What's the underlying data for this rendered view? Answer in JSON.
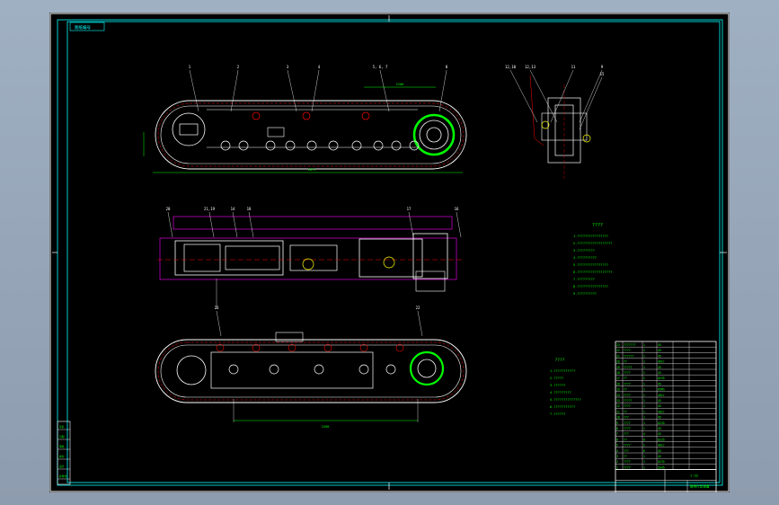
{
  "app": {
    "title_block_tag": "图纸编号 ",
    "colors": {
      "canvas": "#000000",
      "border": "#ffffff",
      "frame": "#00ffff",
      "outline": "#ffffff",
      "accent_red": "#ff0000",
      "green": "#00ff00",
      "magenta": "#ff00ff",
      "yellow": "#ffff00"
    }
  },
  "drawing": {
    "balloons_top": [
      "1",
      "2",
      "3",
      "4",
      "5, 6, 7",
      "8"
    ],
    "balloons_side": [
      "12,10",
      "12,13",
      "11",
      "9",
      "15"
    ],
    "balloons_mid": [
      "20",
      "21,19",
      "18",
      "17",
      "16",
      "22",
      "14",
      "23"
    ],
    "dims": {
      "top_length": "2871",
      "top_span": "2200",
      "bottom_length": "2490"
    },
    "tech_req_title": "????",
    "tech_req_lines": [
      "1.????????????????",
      "2.??????????????????",
      "3.?????????",
      "4.??????????",
      "5.????????????????",
      "6.??????????????????",
      "7.?????????",
      "8.????????????????",
      "9.??????????"
    ],
    "notes_title": "????",
    "notes_lines": [
      "1.???????????",
      "2.?????",
      "3.??????",
      "4.?????????",
      "5.??????????????",
      "6.???????????",
      "7.??????"
    ],
    "bom_rows": [
      [
        "23",
        "???????",
        "1",
        "45",
        "",
        ""
      ],
      [
        "22",
        "????",
        "2",
        "45",
        "",
        ""
      ],
      [
        "21",
        "??????",
        "1",
        "45",
        "",
        ""
      ],
      [
        "20",
        "??",
        "1",
        "40Cr",
        "",
        ""
      ],
      [
        "19",
        "?????",
        "1",
        "45",
        "",
        ""
      ],
      [
        "18",
        "????",
        "1",
        "45",
        "",
        ""
      ],
      [
        "17",
        "??",
        "2",
        "Q235",
        "",
        ""
      ],
      [
        "16",
        "????",
        "1",
        "45",
        "",
        ""
      ],
      [
        "15",
        "??",
        "1",
        "65Mn",
        "",
        ""
      ],
      [
        "14",
        "????",
        "1",
        "40Cr",
        "",
        ""
      ],
      [
        "13",
        "?????",
        "1",
        "45",
        "",
        ""
      ],
      [
        "12",
        "????",
        "1",
        "45",
        "",
        ""
      ],
      [
        "11",
        "??",
        "1",
        "40Cr",
        "",
        ""
      ],
      [
        "10",
        "???",
        "1",
        "45",
        "",
        ""
      ],
      [
        "9",
        "????",
        "1",
        "Q235",
        "",
        ""
      ],
      [
        "8",
        "????",
        "1",
        "45",
        "",
        ""
      ],
      [
        "7",
        "???",
        "4",
        "45",
        "",
        ""
      ],
      [
        "6",
        "??",
        "8",
        "Q235",
        "",
        ""
      ],
      [
        "5",
        "????",
        "2",
        "40Cr",
        "",
        ""
      ],
      [
        "4",
        "???",
        "6",
        "45",
        "",
        ""
      ],
      [
        "3",
        "??",
        "1",
        "45",
        "",
        ""
      ],
      [
        "2",
        "????",
        "1",
        "Q235",
        "",
        ""
      ],
      [
        "1",
        "????",
        "1",
        "ZG45",
        "",
        ""
      ]
    ],
    "title_block": {
      "scale": "1:10",
      "name": "履带行走装置",
      "sheet": "1:1",
      "unit": "??"
    },
    "left_revision_block": [
      "签名",
      "日期",
      "审核",
      "校对",
      "设计",
      "标准化"
    ]
  }
}
